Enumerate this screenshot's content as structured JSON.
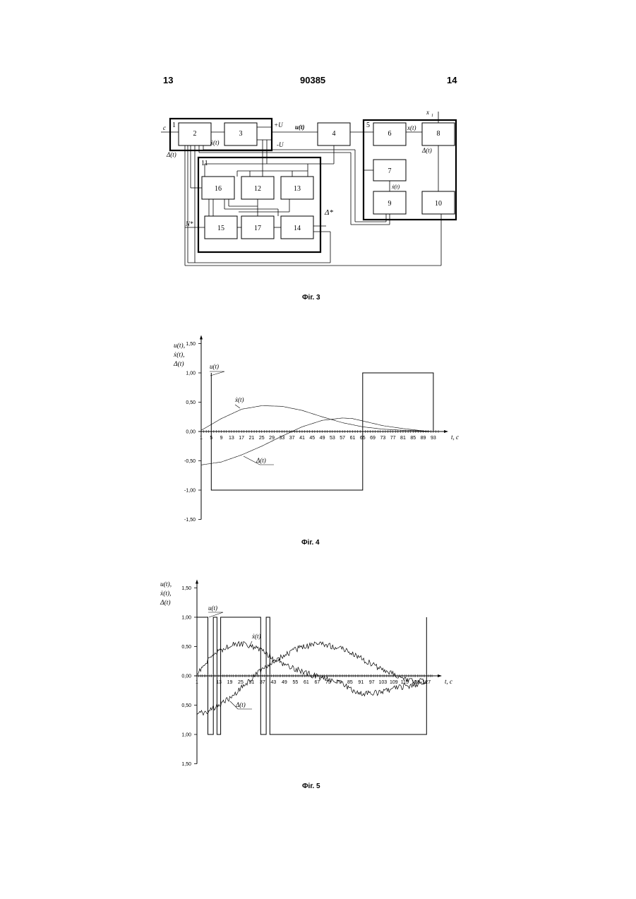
{
  "header": {
    "left_page": "13",
    "patent_number": "90385",
    "right_page": "14"
  },
  "fig3": {
    "caption": "Фіг. 3",
    "blocks": [
      "1",
      "2",
      "3",
      "4",
      "5",
      "6",
      "7",
      "8",
      "9",
      "10",
      "11",
      "12",
      "13",
      "14",
      "15",
      "16",
      "17"
    ],
    "signals": {
      "c": "c",
      "plus_u": "+U",
      "minus_u": "-U",
      "u_t": "u(t)",
      "xdot_t": "ẋ(t)",
      "delta_t": "Δ(t)",
      "x_t": "x(t)",
      "x1": "x",
      "x1_sub": "1",
      "xdot_t7": "ẋ(t)",
      "delta_t8": "Δ(t)",
      "n_star": "N*",
      "delta_star": "Δ*"
    }
  },
  "fig4": {
    "caption": "Фіг. 4",
    "chart_data": {
      "type": "line",
      "ylabel": "u(t), ẋ(t), Δ(t)",
      "xlabel": "t, c",
      "ylim": [
        -1.5,
        1.5
      ],
      "xlim": [
        1,
        95
      ],
      "y_ticks": [
        "1,50",
        "1,00",
        "0,50",
        "0,00",
        "-0,50",
        "-1,00",
        "-1,50"
      ],
      "x_ticks": [
        "1",
        "5",
        "9",
        "13",
        "17",
        "21",
        "25",
        "29",
        "33",
        "37",
        "41",
        "45",
        "49",
        "53",
        "57",
        "61",
        "65",
        "69",
        "73",
        "77",
        "81",
        "85",
        "89",
        "93"
      ],
      "annotations": [
        "u(t)",
        "ẋ(t)",
        "Δ(t)"
      ],
      "series": [
        {
          "name": "u(t)",
          "x": [
            5,
            5,
            65,
            65,
            93,
            93
          ],
          "y": [
            1,
            -1,
            -1,
            1,
            1,
            0
          ]
        },
        {
          "name": "ẋ(t)",
          "x": [
            1,
            9,
            17,
            25,
            33,
            41,
            49,
            57,
            65,
            73,
            81,
            89,
            93
          ],
          "y": [
            0.02,
            0.22,
            0.38,
            0.44,
            0.43,
            0.36,
            0.25,
            0.15,
            0.08,
            0.04,
            0.02,
            0.01,
            0.0
          ]
        },
        {
          "name": "Δ(t)",
          "x": [
            1,
            9,
            17,
            25,
            33,
            41,
            49,
            57,
            61,
            65,
            73,
            81,
            89,
            93
          ],
          "y": [
            -0.57,
            -0.52,
            -0.4,
            -0.25,
            -0.08,
            0.08,
            0.19,
            0.23,
            0.22,
            0.18,
            0.1,
            0.05,
            0.01,
            0.0
          ]
        }
      ]
    }
  },
  "fig5": {
    "caption": "Фіг. 5",
    "chart_data": {
      "type": "line",
      "ylabel": "u(t), ẋ(t), Δ(t)",
      "xlabel": "t, c",
      "ylim": [
        -1.5,
        1.5
      ],
      "xlim": [
        1,
        130
      ],
      "y_ticks": [
        "1,50",
        "1,00",
        "0,50",
        "0,00",
        "0,50",
        "1,00",
        "1,50"
      ],
      "x_ticks": [
        "1",
        "7",
        "13",
        "19",
        "25",
        "31",
        "37",
        "43",
        "49",
        "55",
        "61",
        "67",
        "73",
        "79",
        "85",
        "91",
        "97",
        "103",
        "109",
        "115",
        "121",
        "127"
      ],
      "x_ticks_printed": [
        "1",
        "13",
        "19",
        "25",
        "31",
        "37",
        "43",
        "49",
        "55",
        "61",
        "67",
        "73",
        "79",
        "85",
        "91",
        "97",
        "103",
        "109",
        "115",
        "121",
        "127"
      ],
      "annotations": [
        "u(t)",
        "ẋ(t)",
        "Δ(t)"
      ],
      "series": [
        {
          "name": "u(t)",
          "x": [
            1,
            7,
            7,
            10,
            10,
            12,
            12,
            14,
            14,
            36,
            36,
            39,
            39,
            41,
            41,
            127,
            127
          ],
          "y": [
            1,
            1,
            -1,
            -1,
            1,
            1,
            -1,
            -1,
            1,
            1,
            -1,
            -1,
            1,
            1,
            -1,
            -1,
            1
          ]
        },
        {
          "name": "ẋ(t)",
          "x": [
            1,
            7,
            13,
            19,
            25,
            31,
            37,
            43,
            49,
            55,
            61,
            67,
            73,
            79,
            85,
            91,
            97,
            103,
            109,
            115,
            121,
            127
          ],
          "y": [
            0.05,
            0.25,
            0.42,
            0.52,
            0.55,
            0.5,
            0.42,
            0.3,
            0.2,
            0.12,
            0.05,
            -0.02,
            -0.05,
            -0.1,
            -0.22,
            -0.3,
            -0.3,
            -0.28,
            -0.22,
            -0.18,
            -0.15,
            -0.1
          ]
        },
        {
          "name": "Δ(t)",
          "x": [
            1,
            7,
            13,
            19,
            25,
            31,
            37,
            43,
            49,
            55,
            61,
            67,
            73,
            79,
            85,
            91,
            97,
            103,
            109,
            115,
            121,
            127
          ],
          "y": [
            -0.65,
            -0.6,
            -0.5,
            -0.38,
            -0.22,
            -0.05,
            0.12,
            0.25,
            0.35,
            0.45,
            0.5,
            0.55,
            0.52,
            0.48,
            0.4,
            0.3,
            0.2,
            0.1,
            0.02,
            -0.05,
            -0.08,
            -0.1
          ]
        }
      ]
    }
  }
}
